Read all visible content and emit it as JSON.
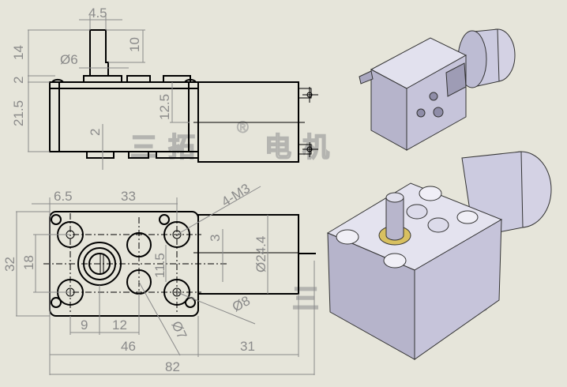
{
  "watermark": {
    "text_left": "三拓",
    "registered": "®",
    "text_right": "电机"
  },
  "top_view": {
    "dims": {
      "shaft_width": "4.5",
      "shaft_flat_length": "10",
      "shaft_height": "14",
      "shaft_diameter": "Ø6",
      "boss_height": "2",
      "body_height": "21.5",
      "shaft_axis_offset": "12.5",
      "bottom_bump": "2"
    }
  },
  "front_view": {
    "dims": {
      "edge_to_hole": "6.5",
      "hole_spacing_x": "33",
      "thread_callout": "4-M3",
      "body_width": "32",
      "hole_spacing_y": "18",
      "offset_3": "3",
      "offset_11_5": "11.5",
      "motor_diameter": "Ø24.4",
      "hole_diameter": "Ø8",
      "small_hole_diameter": "Ø7",
      "hole_to_shaft": "9",
      "shaft_to_hole": "12",
      "gearbox_length": "46",
      "motor_length": "31",
      "overall_length": "82"
    }
  },
  "colors": {
    "background": "#e6e5da",
    "outline": "#000000",
    "dimension": "#8a8a8a",
    "render_body": "#c8c8dc"
  }
}
